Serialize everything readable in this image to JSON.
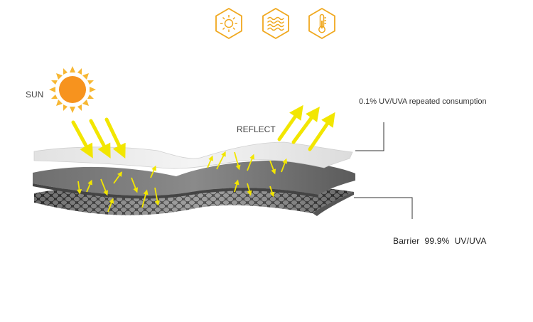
{
  "labels": {
    "sun": "SUN",
    "reflect": "REFLECT",
    "consumption": "0.1% UV/UVA repeated consumption",
    "barrier": "Barrier  99.9%  UV/UVA"
  },
  "icons": [
    {
      "name": "sun-icon"
    },
    {
      "name": "waves-icon"
    },
    {
      "name": "thermometer-icon"
    }
  ],
  "colors": {
    "accent": "#F0A81E",
    "sun": "#F7931E",
    "ray": "#F2E600"
  }
}
